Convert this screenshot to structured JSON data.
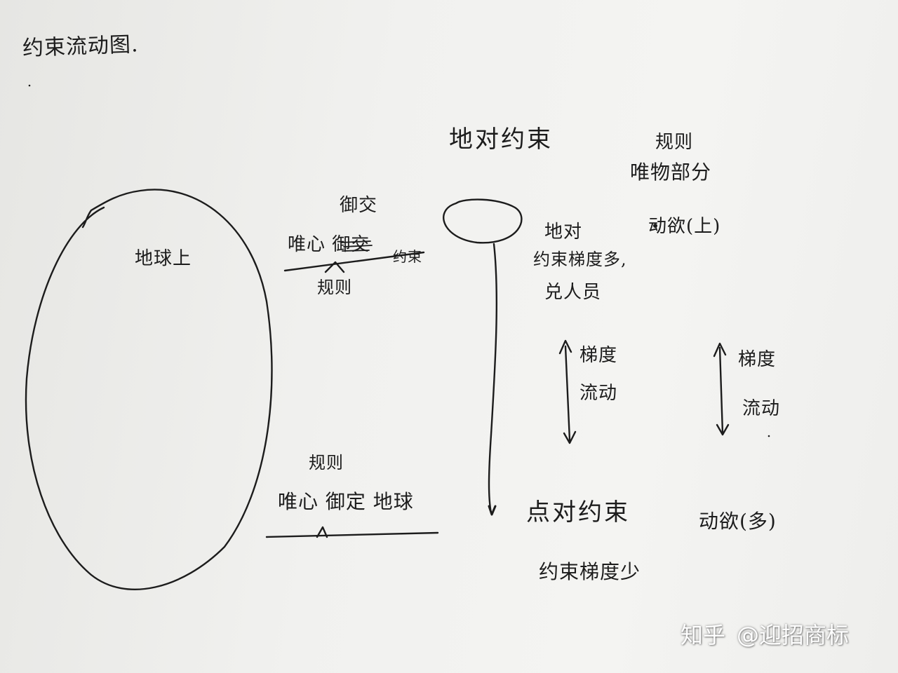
{
  "paper": {
    "title": "约束流动图.",
    "earth_label": "地球上",
    "pay_label": "御交",
    "mind_label": "唯心 御交",
    "right_tag": "约束",
    "rule_label_1": "规则",
    "local_relation": "地对约束",
    "rule_top": "规则",
    "part_label": "唯物部分",
    "move_up_label": "动欲(上)",
    "earth_label_2": "地对",
    "gradient_label_1": "约束梯度多,",
    "person_label": "兑人员",
    "slope_label_1": "梯度",
    "flow_label_1": "流动",
    "slope_label_2": "梯度",
    "flow_label_2": "流动",
    "rule_label_2": "规则",
    "mind_label_2": "唯心 御定 地球",
    "point_relation": "点对约束",
    "move_down_label": "动欲(多)",
    "gradient_label_2": "约束梯度少"
  },
  "watermark": {
    "site": "知乎",
    "author": "@迎招商标"
  },
  "ink_color": "#1c1c1c",
  "paper_color": "#f2f2f0"
}
